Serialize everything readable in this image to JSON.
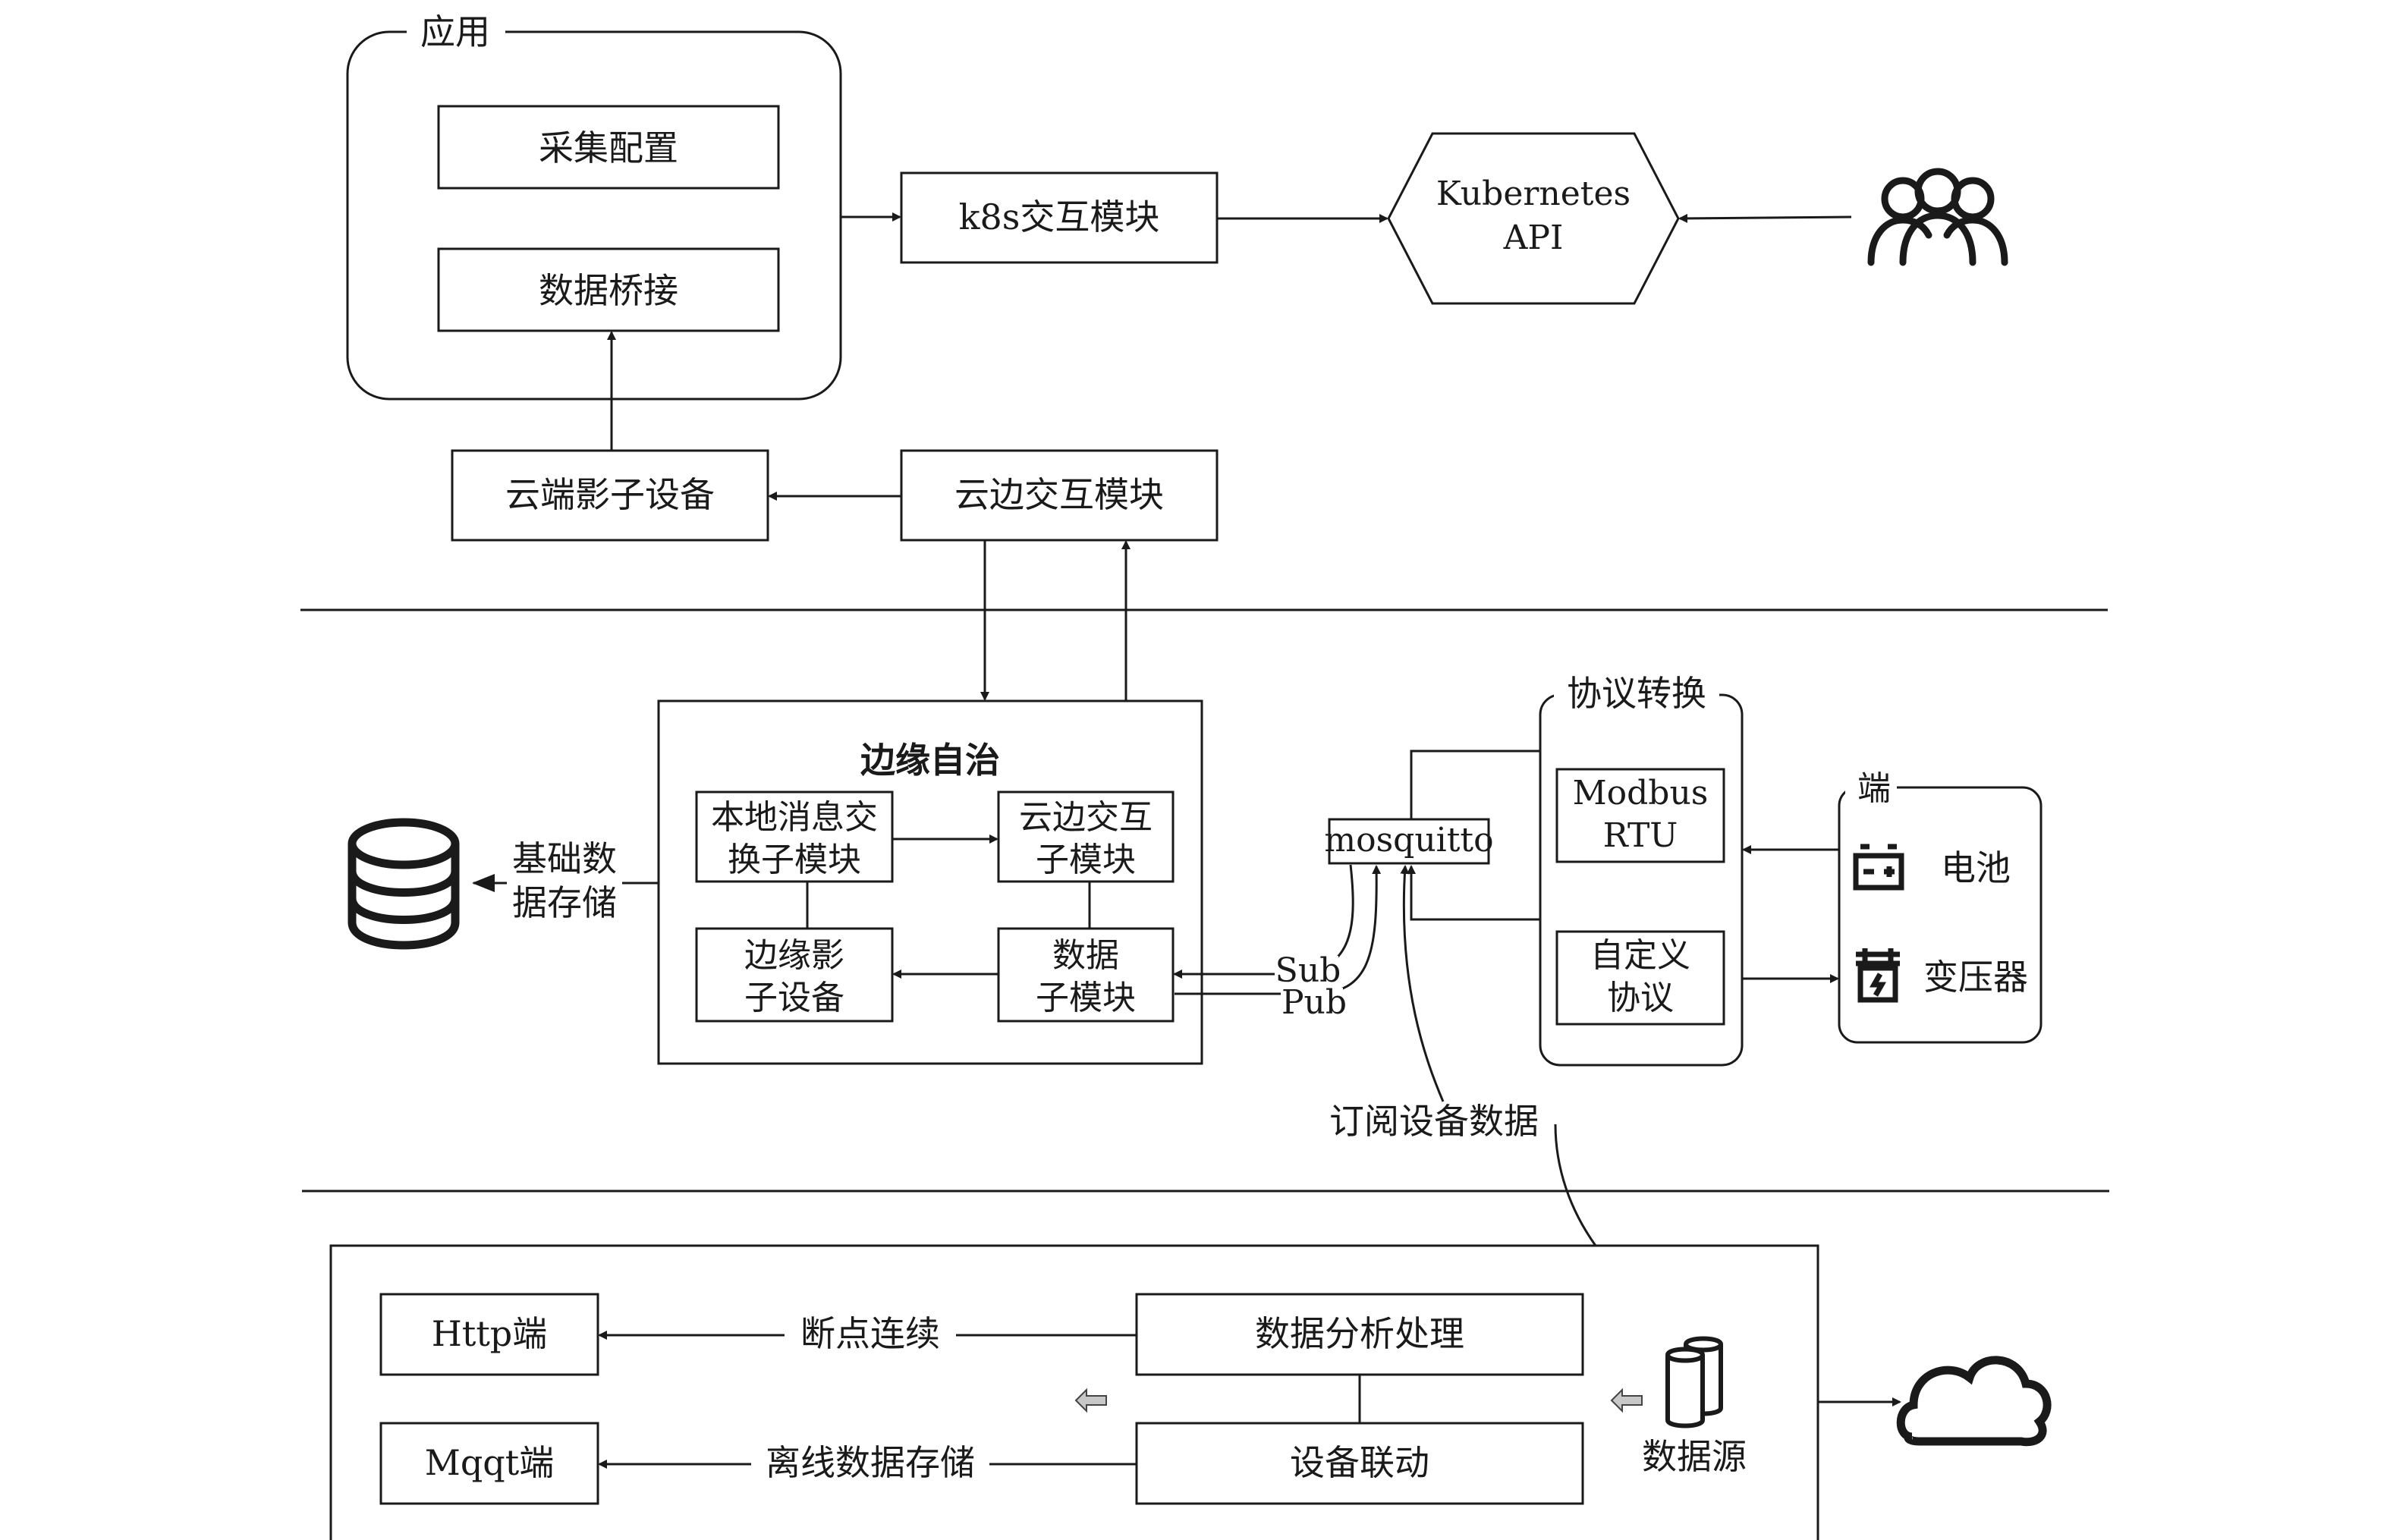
{
  "cloud": {
    "app_group_label": "应用",
    "collect_config": "采集配置",
    "data_bridge": "数据桥接",
    "k8s_module": "k8s交互模块",
    "k8s_api_line1": "Kubernetes",
    "k8s_api_line2": "API",
    "cloud_shadow": "云端影子设备",
    "cloud_edge_module": "云边交互模块"
  },
  "edge": {
    "autonomy_title": "边缘自治",
    "local_msg_line1": "本地消息交",
    "local_msg_line2": "换子模块",
    "cloud_edge_sub_line1": "云边交互",
    "cloud_edge_sub_line2": "子模块",
    "edge_shadow_line1": "边缘影",
    "edge_shadow_line2": "子设备",
    "data_sub_line1": "数据",
    "data_sub_line2": "子模块",
    "storage_line1": "基础数",
    "storage_line2": "据存储",
    "mosquitto": "mosquitto",
    "sub_label": "Sub",
    "pub_label": "Pub",
    "protocol_title": "协议转换",
    "modbus_line1": "Modbus",
    "modbus_line2": "RTU",
    "custom_line1": "自定义",
    "custom_line2": "协议",
    "device_group": "端",
    "battery": "电池",
    "transformer": "变压器",
    "subscribe_label": "订阅设备数据"
  },
  "app_layer": {
    "http_end": "Http端",
    "mqtt_end": "Mqqt端",
    "resume": "断点连续",
    "offline_store": "离线数据存储",
    "analysis": "数据分析处理",
    "linkage": "设备联动",
    "data_source": "数据源"
  },
  "icons": [
    "users-icon",
    "database-icon",
    "battery-icon",
    "transformer-icon",
    "data-source-icon",
    "cloud-icon",
    "gray-arrow-icon"
  ],
  "colors": {
    "stroke": "#1a1a1a",
    "gray_arrow": "#c8c8c8"
  }
}
